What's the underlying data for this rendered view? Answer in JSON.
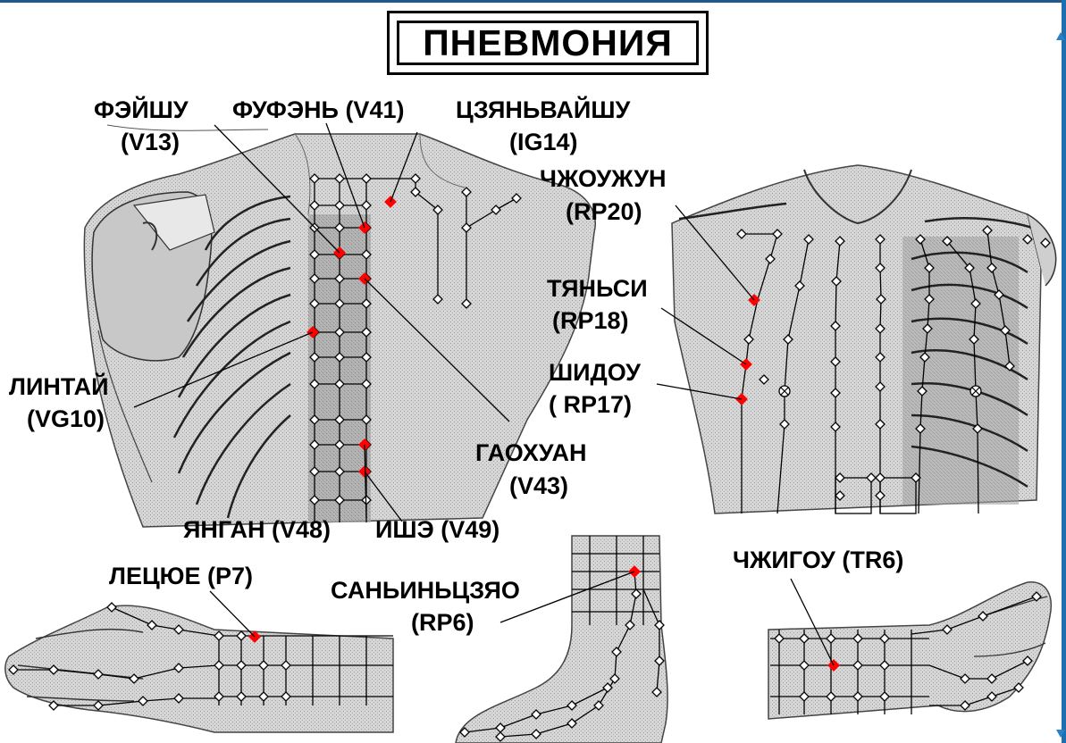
{
  "title": "ПНЕВМОНИЯ",
  "colors": {
    "point_active": "#ff0000",
    "point_neutral": "#ffffff",
    "frame": "#1e6fb0"
  },
  "points": {
    "feishu": {
      "name": "ФЭЙШУ",
      "code": "(V13)"
    },
    "fufen": {
      "label": "ФУФЭНЬ (V41)"
    },
    "jianwaishu": {
      "name": "ЦЗЯНЬВАЙШУ",
      "code": "(IG14)"
    },
    "zhourong": {
      "name": "ЧЖОУЖУН",
      "code": "(RP20)"
    },
    "tianxi": {
      "name": "ТЯНЬСИ",
      "code": "(RP18)"
    },
    "shidou": {
      "name": "ШИДОУ",
      "code": "( RP17)"
    },
    "lingtai": {
      "name": "ЛИНТАЙ",
      "code": "(VG10)"
    },
    "gaohuang": {
      "name": "ГАОХУАН",
      "code": "(V43)"
    },
    "yanggang": {
      "label": "ЯНГАН (V48)"
    },
    "yishe": {
      "label": "ИШЭ (V49)"
    },
    "lieque": {
      "label": "ЛЕЦЮЕ (P7)"
    },
    "sanyinjiao": {
      "name": "САНЬИНЬЦЗЯО",
      "code": "(RP6)"
    },
    "zhigou": {
      "label": "ЧЖИГОУ (TR6)"
    }
  }
}
